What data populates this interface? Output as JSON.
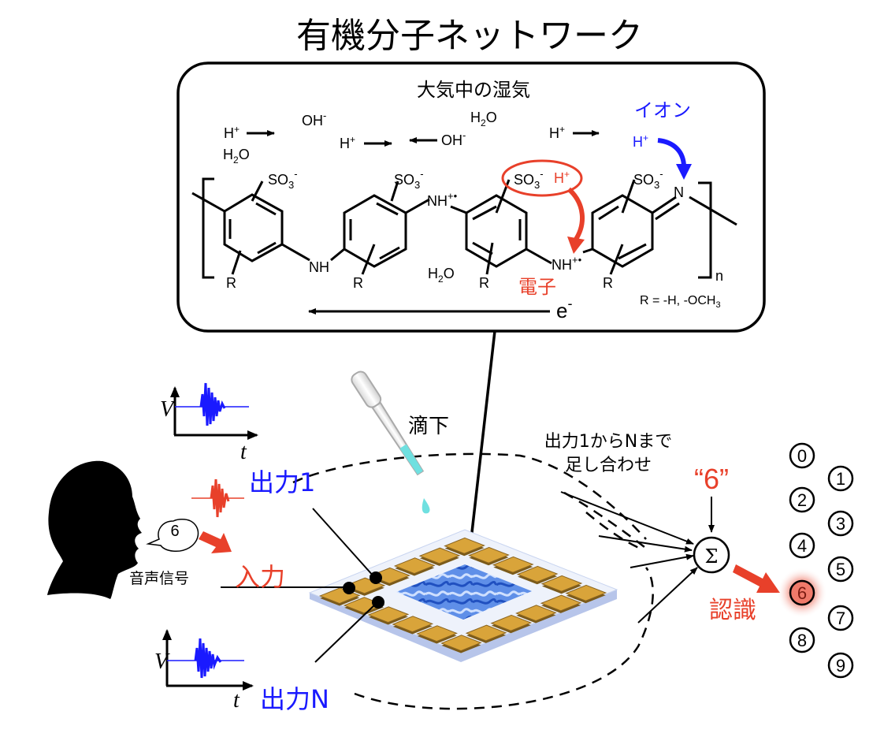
{
  "title": "有機分子ネットワーク",
  "molecule_box": {
    "heading": "大気中の湿気",
    "ion_label": "イオン",
    "electron_label": "電子",
    "electron_symbol": "e",
    "electron_sup": "-",
    "r_definition": "R = -H, -OCH",
    "r_definition_sub": "3",
    "repeat_subscript": "n",
    "species": {
      "h_plus": "H",
      "plus": "+",
      "oh": "OH",
      "minus": "-",
      "h2o_h": "H",
      "h2o_sub": "2",
      "h2o_o": "O",
      "so3": "SO",
      "so3_sub": "3",
      "nh": "NH",
      "nh_radical": "+•",
      "n": "N",
      "r": "R"
    }
  },
  "colors": {
    "ion_blue": "#1a1aff",
    "electron_red": "#e8402a",
    "gold_pad": "#d9a43a",
    "film_blue": "#3a6fd8",
    "droplet": "#6fe0e0",
    "substrate": "#c8d4f0"
  },
  "labels": {
    "drop": "滴下",
    "output_1": "出力1",
    "output_n": "出力N",
    "input": "入力",
    "voice_signal": "音声信号",
    "speech_digit": "6",
    "sum_caption_line1": "出力1からNまで",
    "sum_caption_line2": "足し合わせ",
    "target": "“6”",
    "sum_symbol": "Σ",
    "recognition": "認識",
    "axis_v": "V",
    "axis_t": "t"
  },
  "digits": [
    "0",
    "1",
    "2",
    "3",
    "4",
    "5",
    "6",
    "7",
    "8",
    "9"
  ],
  "recognized_digit": "6"
}
